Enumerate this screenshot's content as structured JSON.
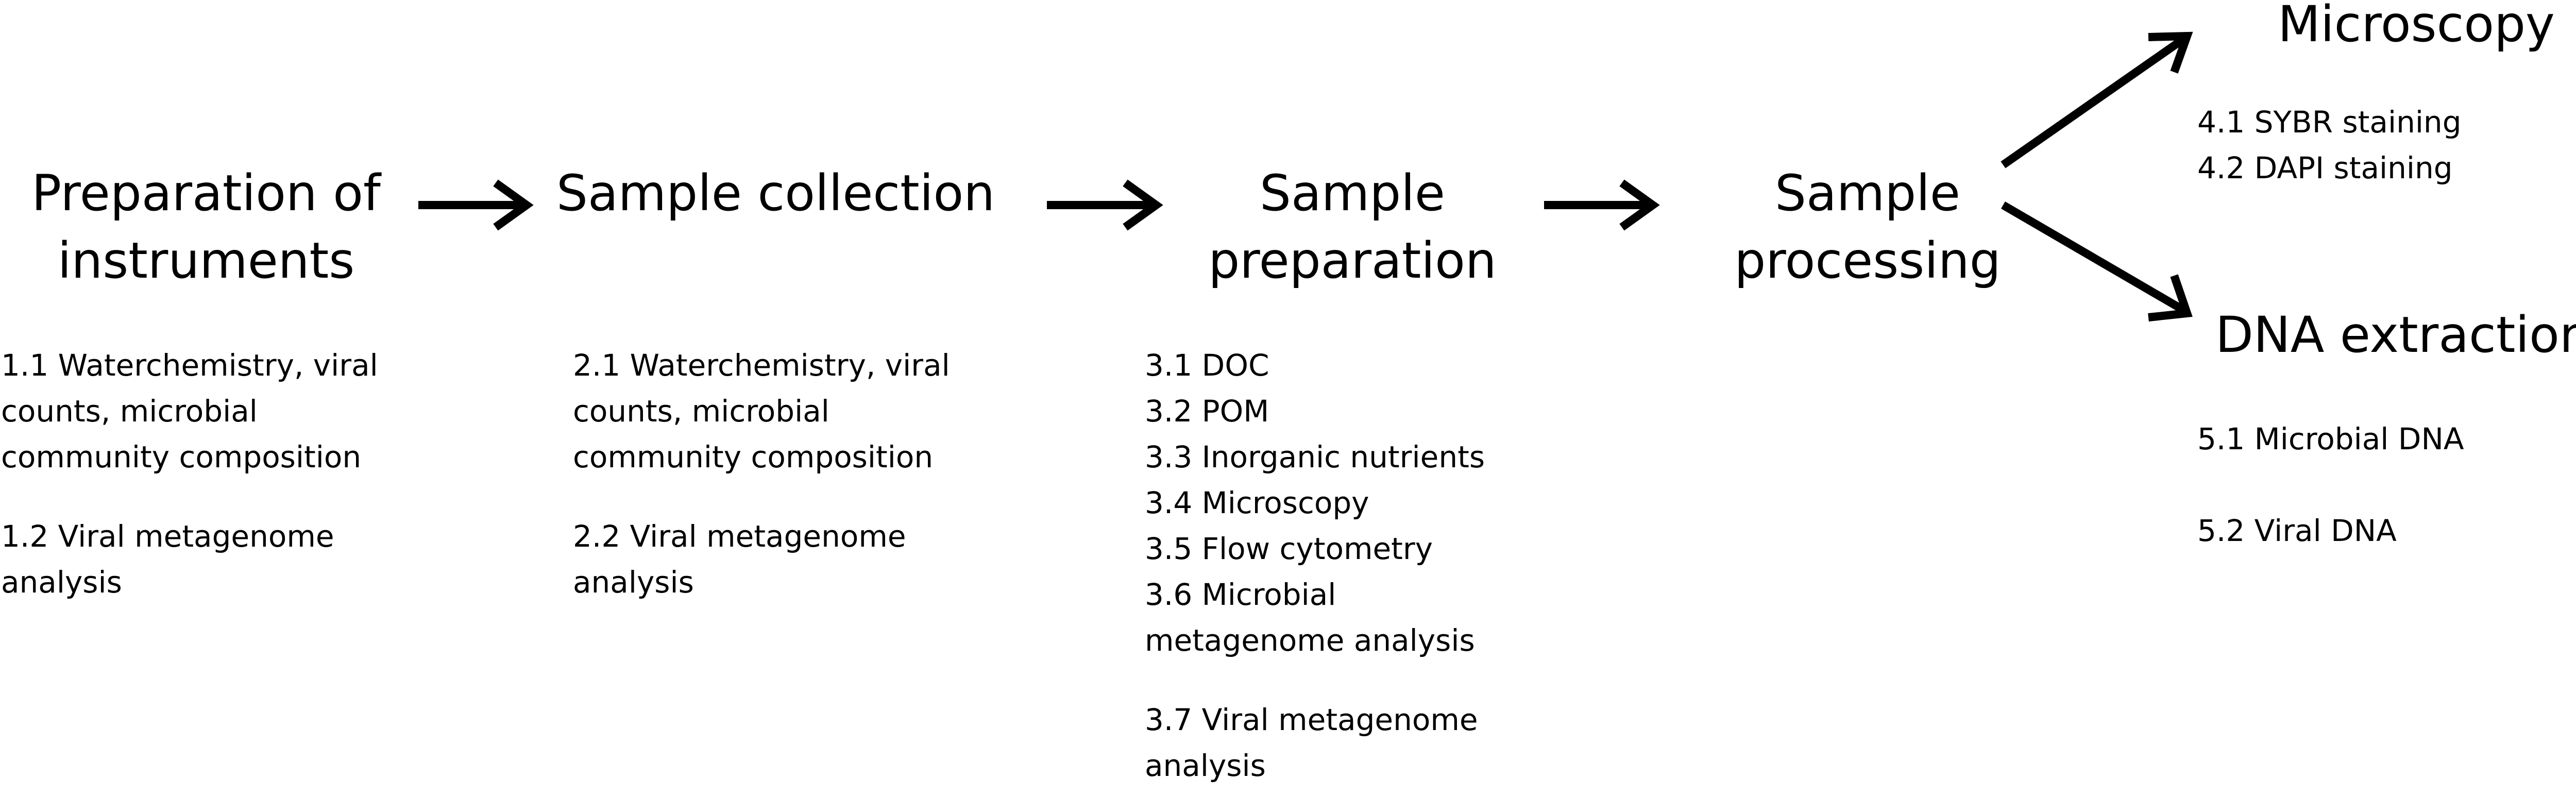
{
  "steps": [
    {
      "title_lines": [
        "Preparation of",
        "instruments"
      ],
      "items": [
        [
          "1.1 Waterchemistry, viral",
          "counts, microbial",
          "community composition"
        ],
        [
          "1.2 Viral metagenome",
          "analysis"
        ]
      ]
    },
    {
      "title_lines": [
        "Sample collection"
      ],
      "items": [
        [
          "2.1 Waterchemistry, viral",
          "counts, microbial",
          "community composition"
        ],
        [
          "2.2 Viral metagenome",
          "analysis"
        ]
      ]
    },
    {
      "title_lines": [
        "Sample",
        "preparation"
      ],
      "items": [
        [
          "3.1 DOC",
          "3.2 POM",
          "3.3 Inorganic nutrients",
          "3.4 Microscopy",
          "3.5 Flow cytometry",
          "3.6 Microbial",
          "metagenome analysis"
        ],
        [
          "3.7 Viral metagenome",
          "analysis"
        ]
      ]
    },
    {
      "title_lines": [
        "Sample",
        "processing"
      ],
      "items": []
    }
  ],
  "branches": [
    {
      "title": "Microscopy",
      "items": [
        [
          "4.1 SYBR staining",
          "4.2 DAPI staining"
        ]
      ]
    },
    {
      "title": "DNA extraction",
      "items": [
        [
          "5.1 Microbial DNA"
        ],
        [
          "5.2 Viral DNA"
        ]
      ]
    }
  ]
}
